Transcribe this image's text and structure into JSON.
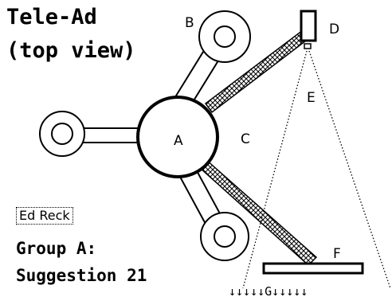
{
  "title_line1": "Tele-Ad",
  "title_line2": "(top view)",
  "author": "Ed Reck",
  "group_line1": "Group A:",
  "group_line2": "Suggestion 21",
  "labels": {
    "a": "A",
    "b": "B",
    "c": "C",
    "d": "D",
    "e": "E",
    "f": "F"
  },
  "arrow_row": "↓↓↓↓↓G↓↓↓↓↓"
}
